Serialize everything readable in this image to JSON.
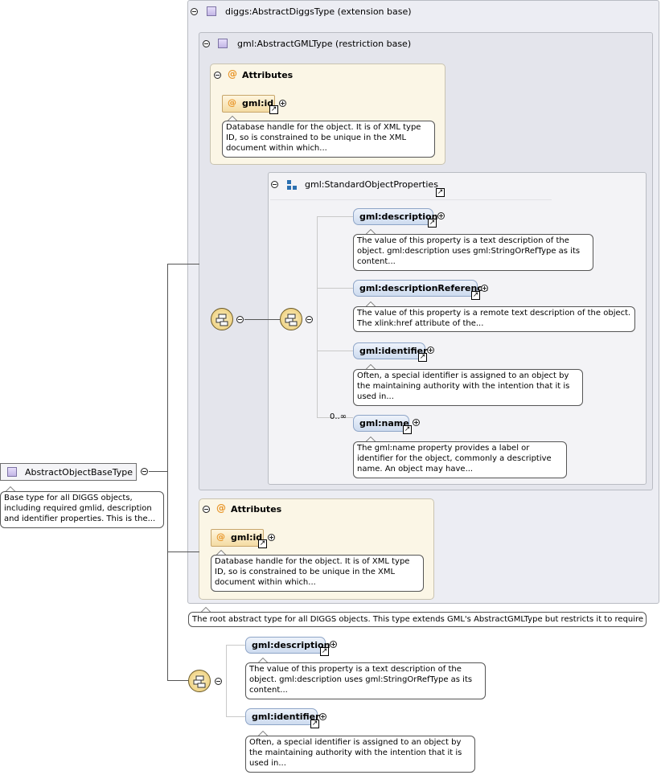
{
  "root": {
    "name": "AbstractObjectBaseType",
    "doc": "Base type for all DIGGS objects, including required gmlid, description and identifier properties. This is the..."
  },
  "outer": {
    "header": "diggs:AbstractDiggsType (extension base)",
    "doc": "The root abstract type for all DIGGS objects. This type extends GML's AbstractGMLType but restricts it to require a..."
  },
  "inner": {
    "header": "gml:AbstractGMLType (restriction base)"
  },
  "attributes_top": {
    "label": "Attributes",
    "attr_name": "gml:id",
    "doc": "Database handle for the object. It is of XML type ID, so is constrained to be unique in the XML document within which..."
  },
  "group": {
    "name": "gml:StandardObjectProperties",
    "occurrence": "0..∞",
    "elements": [
      {
        "name": "gml:description",
        "doc": "The value of this property is a text description of the object. gml:description uses gml:StringOrRefType as its content..."
      },
      {
        "name": "gml:descriptionReference",
        "doc": "The value of this property is a remote text description of the object. The xlink:href attribute of the..."
      },
      {
        "name": "gml:identifier",
        "doc": "Often, a special identifier is assigned to an object by the maintaining authority with the intention that it is used in..."
      },
      {
        "name": "gml:name",
        "doc": "The gml:name property provides a label or identifier for the object, commonly a descriptive name. An object may have..."
      }
    ]
  },
  "attributes_bottom": {
    "label": "Attributes",
    "attr_name": "gml:id",
    "doc": "Database handle for the object. It is of XML type ID, so is constrained to be unique in the XML document within which..."
  },
  "restriction": {
    "elements": [
      {
        "name": "gml:description",
        "doc": "The value of this property is a text description of the object. gml:description uses gml:StringOrRefType as its content..."
      },
      {
        "name": "gml:identifier",
        "doc": "Often, a special identifier is assigned to an object by the maintaining authority with the intention that it is used in..."
      }
    ]
  },
  "icons": {
    "collapse": "minus-circle-icon",
    "expand": "plus-circle-icon",
    "type": "complex-type-icon",
    "attribute": "at-sign-icon",
    "sequence": "sequence-icon",
    "group": "group-icon",
    "reference": "reference-arrow-icon"
  }
}
